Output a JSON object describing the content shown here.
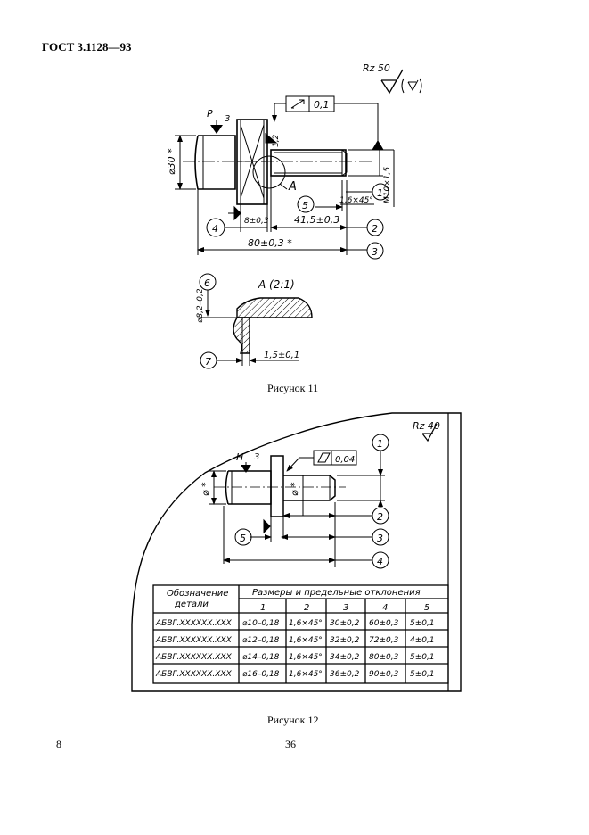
{
  "header": {
    "standard": "ГОСТ 3.1128—93"
  },
  "figure11": {
    "caption": "Рисунок 11",
    "roughness": "Rz 50",
    "marks": [
      "1",
      "2",
      "3",
      "4",
      "5",
      "6",
      "7"
    ],
    "base_letter": "Р",
    "base_num": "3",
    "tolerance_value": "0,1",
    "dims": {
      "dia": "⌀30 *",
      "chamfer_r": "1,2",
      "thread": "М10×1,5",
      "chamfer": "1,6×45°",
      "d_8": "8±0,3",
      "d_41": "41,5±0,3",
      "d_80": "80±0,3 *",
      "detail_label": "А",
      "detail_title": "А (2:1)",
      "detail_dia": "⌀8,2–0,2",
      "detail_len": "1,5±0,1"
    }
  },
  "figure12": {
    "caption": "Рисунок 12",
    "roughness": "Rz 40",
    "base_letter": "Н",
    "base_num": "3",
    "tolerance_value": "0,04",
    "phi_star": "⌀ *",
    "marks": [
      "1",
      "2",
      "3",
      "4",
      "5"
    ],
    "table": {
      "col_designation": [
        "Обозначение",
        "детали"
      ],
      "col_group": "Размеры и предельные отклонения",
      "col_numbers": [
        "1",
        "2",
        "3",
        "4",
        "5"
      ],
      "rows": [
        [
          "АБВГ.XXXXXX.XXX",
          "⌀10–0,18",
          "1,6×45°",
          "30±0,2",
          "60±0,3",
          "5±0,1"
        ],
        [
          "АБВГ.XXXXXX.XXX",
          "⌀12–0,18",
          "1,6×45°",
          "32±0,2",
          "72±0,3",
          "4±0,1"
        ],
        [
          "АБВГ.XXXXXX.XXX",
          "⌀14–0,18",
          "1,6×45°",
          "34±0,2",
          "80±0,3",
          "5±0,1"
        ],
        [
          "АБВГ.XXXXXX.XXX",
          "⌀16–0,18",
          "1,6×45°",
          "36±0,2",
          "90±0,3",
          "5±0,1"
        ]
      ]
    }
  },
  "footer": {
    "left": "8",
    "center": "36"
  }
}
